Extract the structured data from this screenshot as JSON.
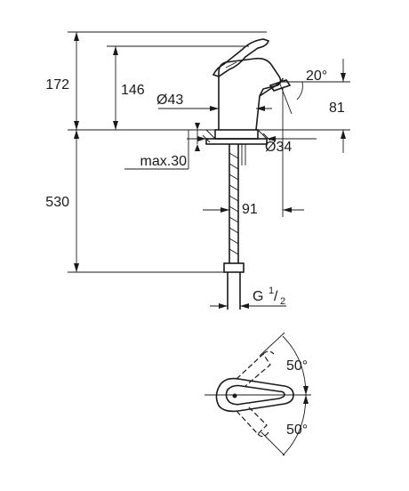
{
  "dimensions": {
    "overall_height": "172",
    "spout_height": "146",
    "body_diameter": "Ø43",
    "lever_angle": "20°",
    "spout_reach_height": "81",
    "hole_diameter": "Ø34",
    "max_thickness": "max.30",
    "hose_length": "530",
    "spout_projection": "91",
    "connection_main": "G",
    "connection_num": "1",
    "connection_den": "2",
    "rotation_top": "50°",
    "rotation_bottom": "50°"
  },
  "colors": {
    "line": "#1a1a1a",
    "background": "#ffffff"
  }
}
